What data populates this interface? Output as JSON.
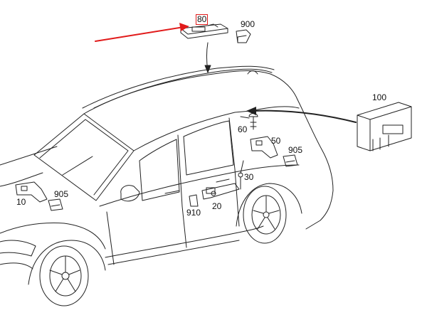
{
  "diagram": {
    "highlight_color": "#e11b1b",
    "line_color": "#222222",
    "parts": [
      {
        "id": "p80",
        "label": "80",
        "highlighted": true
      },
      {
        "id": "p900",
        "label": "900"
      },
      {
        "id": "p100",
        "label": "100"
      },
      {
        "id": "p60",
        "label": "60"
      },
      {
        "id": "p50",
        "label": "50"
      },
      {
        "id": "p905r",
        "label": "905"
      },
      {
        "id": "p30",
        "label": "30"
      },
      {
        "id": "p905l",
        "label": "905"
      },
      {
        "id": "p10",
        "label": "10"
      },
      {
        "id": "p910",
        "label": "910"
      },
      {
        "id": "p20",
        "label": "20"
      }
    ]
  }
}
